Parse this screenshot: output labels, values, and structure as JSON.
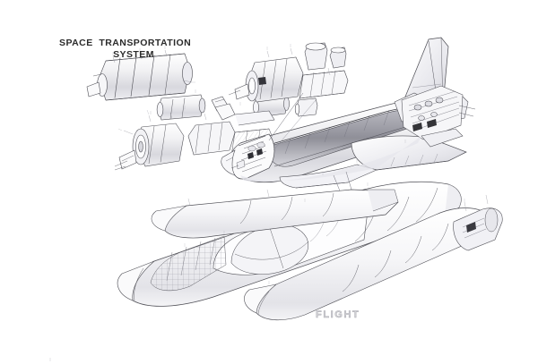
{
  "document": {
    "kind": "technical-cutaway-illustration",
    "subject": "Space Transportation System",
    "medium": "pencil and ink line drawing",
    "background_color": "#ffffff",
    "line_color": "#4a4a4a",
    "shading_color": "#c9c9cf"
  },
  "title": {
    "line1": "SPACE  TRANSPORTATION",
    "line2": "SYSTEM",
    "color": "#2b2b2b"
  },
  "watermark": {
    "label": "FLIGHT",
    "color": "#d2d2d6",
    "outline_color": "#a9a9b0"
  },
  "assemblies": [
    {
      "name": "payload-module-upper-left",
      "label": "",
      "note": "cylindrical pressurized module, exploded, upper left"
    },
    {
      "name": "payload-module-small-pair",
      "label": "",
      "note": "two small cylindrical canisters, center left"
    },
    {
      "name": "engine-detail-cluster",
      "label": "",
      "note": "exploded engine and thrust structure detail"
    },
    {
      "name": "spacelab-module-pallet",
      "label": "",
      "note": "pressurized module with pallet, top center"
    },
    {
      "name": "orbiter",
      "label": "",
      "note": "orbiter vehicle with cutaway crew cabin and open payload bay"
    },
    {
      "name": "vertical-stabilizer",
      "label": "",
      "note": "tail fin with rudder/speed brake"
    },
    {
      "name": "aft-engine-compartment",
      "label": "",
      "note": "main propulsion system plumbing, aft fuselage"
    },
    {
      "name": "delta-wing",
      "label": "",
      "note": "delta wing with elevons"
    },
    {
      "name": "external-tank",
      "label": "",
      "note": "large external tank, cutaway showing internal baffles"
    },
    {
      "name": "solid-rocket-booster-left",
      "label": "",
      "note": "solid rocket booster, lower center"
    },
    {
      "name": "solid-rocket-booster-right",
      "label": "",
      "note": "solid rocket booster with aft skirt and nozzle, right"
    }
  ],
  "callouts": {
    "style": "numbered leader lines",
    "legible": false,
    "note": "small numeric callouts render as faint gray tick marks at this scale"
  }
}
